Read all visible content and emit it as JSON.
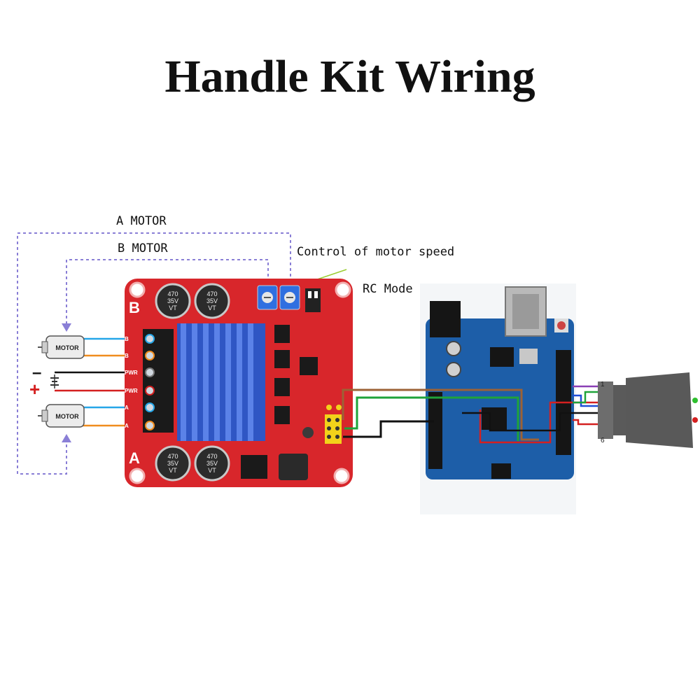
{
  "title": "Handle Kit Wiring",
  "labels": {
    "a_motor": "A MOTOR",
    "b_motor": "B MOTOR",
    "speed_control": "Control of motor speed",
    "rc_mode": "RC Mode"
  },
  "motors": [
    {
      "label": "MOTOR"
    },
    {
      "label": "MOTOR"
    }
  ],
  "battery": {
    "minus": "–",
    "plus": "+"
  },
  "driver_board": {
    "side_b": "B",
    "side_a": "A",
    "terminal_labels": [
      "B",
      "B",
      "PWR",
      "PWR",
      "A",
      "A"
    ],
    "capacitors": [
      {
        "lines": [
          "470",
          "35V",
          "VT"
        ]
      },
      {
        "lines": [
          "470",
          "35V",
          "VT"
        ]
      },
      {
        "lines": [
          "470",
          "35V",
          "VT"
        ]
      },
      {
        "lines": [
          "470",
          "35V",
          "VT"
        ]
      }
    ]
  },
  "controller": {
    "pin_numbers": [
      "1",
      "6"
    ]
  },
  "colors": {
    "board_red": "#d8262b",
    "heatsink_blue": "#2f56c4",
    "arduino_blue": "#1d5ea8",
    "dashed_line": "#8a7fd6",
    "wire_blue": "#25a6e8",
    "wire_orange": "#f08c1e",
    "wire_brown": "#9c6236",
    "wire_green": "#1fa33a",
    "wire_red": "#d42020",
    "wire_black": "#111111",
    "wire_purple": "#8b3fb5"
  }
}
